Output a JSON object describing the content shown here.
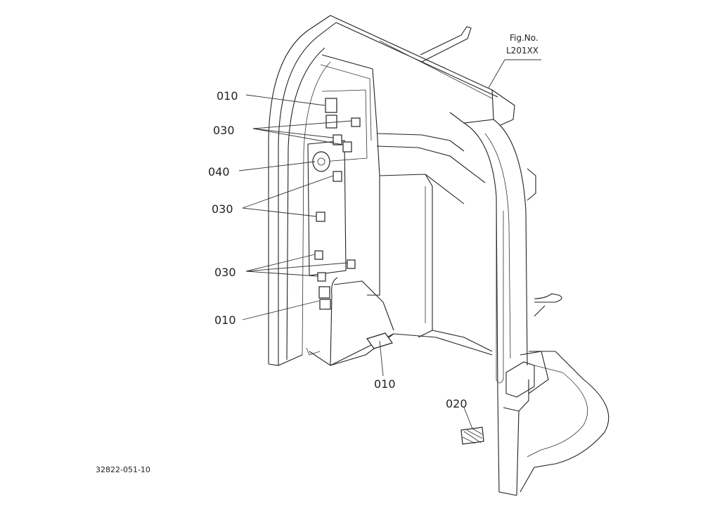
{
  "figure": {
    "caption_line1": "Fig.No.",
    "caption_line2": "L201XX"
  },
  "drawing_code": "32822-051-10",
  "callouts": {
    "c010_top": "010",
    "c030_a": "030",
    "c040": "040",
    "c030_b": "030",
    "c030_c": "030",
    "c010_left": "010",
    "c010_bottom": "010",
    "c020": "020"
  },
  "colors": {
    "line": "#222222",
    "background": "#ffffff"
  }
}
